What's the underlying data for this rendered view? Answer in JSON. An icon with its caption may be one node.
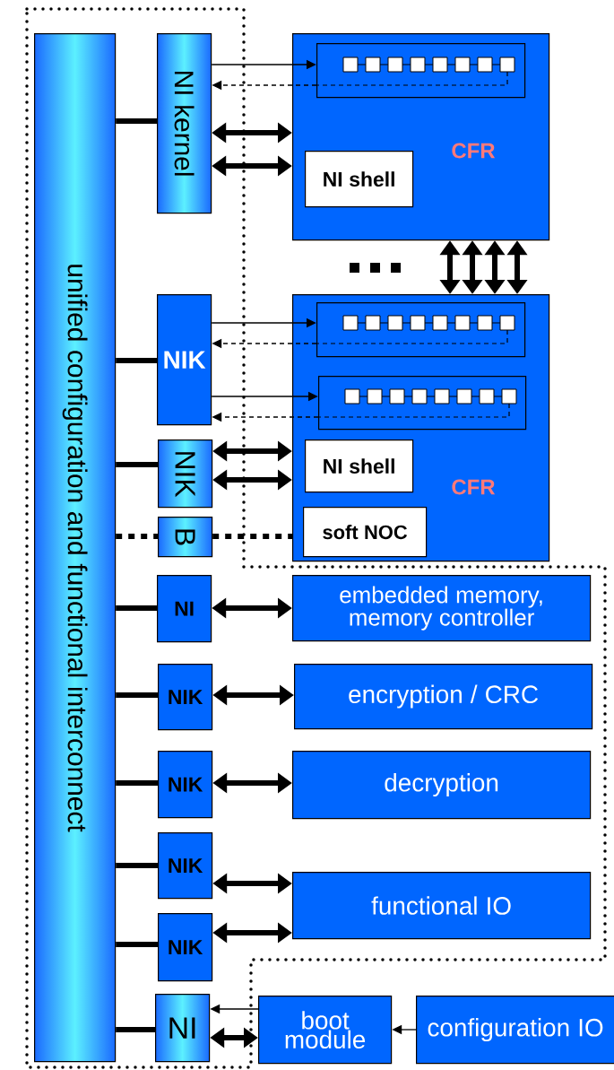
{
  "diagram": {
    "nodes": [
      {
        "text": [
          "unified configuration and functional interconnect"
        ]
      },
      {
        "text": [
          "NI kernel"
        ]
      },
      {
        "text": [
          "CFR"
        ]
      },
      {
        "text": [
          "NI shell"
        ],
        "in": 2
      },
      {
        "text": [],
        "shape": "box",
        "in": 2
      },
      {
        "text": [
          "NIK"
        ]
      },
      {
        "text": [
          "CFR"
        ]
      },
      {
        "text": [],
        "shape": "box",
        "in": 6
      },
      {
        "text": [],
        "shape": "box",
        "in": 6
      },
      {
        "text": [
          "NI shell"
        ],
        "in": 6
      },
      {
        "text": [
          "soft NOC"
        ],
        "in": 6
      },
      {
        "text": [
          "NIK"
        ]
      },
      {
        "text": [
          "B"
        ]
      },
      {
        "text": [
          "NI"
        ]
      },
      {
        "text": [
          "embedded memory, memory controller"
        ]
      },
      {
        "text": [
          "NIK"
        ]
      },
      {
        "text": [
          "encryption / CRC"
        ]
      },
      {
        "text": [
          "NIK"
        ]
      },
      {
        "text": [
          "decryption"
        ]
      },
      {
        "text": [
          "NIK"
        ]
      },
      {
        "text": [
          "functional IO"
        ]
      },
      {
        "text": [
          "NIK"
        ]
      },
      {
        "text": [
          "NI"
        ]
      },
      {
        "text": [
          "boot module"
        ]
      },
      {
        "text": [
          "configuration IO"
        ]
      }
    ],
    "edges": [
      {
        "from": 1,
        "to": 4,
        "arrow": "to"
      },
      {
        "from": 4,
        "to": 1,
        "arrow": "to",
        "style": "dashed"
      },
      {
        "from": 1,
        "to": 2,
        "arrow": "both"
      },
      {
        "from": 1,
        "to": 2,
        "arrow": "both"
      },
      {
        "from": 2,
        "to": 6,
        "arrow": "both"
      },
      {
        "from": 2,
        "to": 6,
        "arrow": "both"
      },
      {
        "from": 2,
        "to": 6,
        "arrow": "both"
      },
      {
        "from": 2,
        "to": 6,
        "arrow": "both"
      },
      {
        "from": 5,
        "to": 7,
        "arrow": "to"
      },
      {
        "from": 7,
        "to": 5,
        "arrow": "to",
        "style": "dashed"
      },
      {
        "from": 5,
        "to": 8,
        "arrow": "to"
      },
      {
        "from": 8,
        "to": 5,
        "arrow": "to",
        "style": "dashed"
      },
      {
        "from": 11,
        "to": 6,
        "arrow": "both"
      },
      {
        "from": 11,
        "to": 6,
        "arrow": "both"
      },
      {
        "from": 0,
        "to": 1,
        "arrow": "none"
      },
      {
        "from": 0,
        "to": 5,
        "arrow": "none"
      },
      {
        "from": 0,
        "to": 11,
        "arrow": "none"
      },
      {
        "from": 0,
        "to": 12,
        "arrow": "none",
        "style": "dashed"
      },
      {
        "from": 12,
        "to": 6,
        "arrow": "none",
        "style": "dashed"
      },
      {
        "from": 0,
        "to": 13,
        "arrow": "none"
      },
      {
        "from": 13,
        "to": 14,
        "arrow": "both"
      },
      {
        "from": 0,
        "to": 15,
        "arrow": "none"
      },
      {
        "from": 15,
        "to": 16,
        "arrow": "both"
      },
      {
        "from": 0,
        "to": 17,
        "arrow": "none"
      },
      {
        "from": 17,
        "to": 18,
        "arrow": "both"
      },
      {
        "from": 0,
        "to": 19,
        "arrow": "none"
      },
      {
        "from": 19,
        "to": 20,
        "arrow": "both"
      },
      {
        "from": 0,
        "to": 21,
        "arrow": "none"
      },
      {
        "from": 21,
        "to": 20,
        "arrow": "both"
      },
      {
        "from": 0,
        "to": 22,
        "arrow": "none"
      },
      {
        "from": 23,
        "to": 22,
        "arrow": "to"
      },
      {
        "from": 22,
        "to": 23,
        "arrow": "both"
      },
      {
        "from": 24,
        "to": 23,
        "arrow": "to"
      }
    ]
  }
}
